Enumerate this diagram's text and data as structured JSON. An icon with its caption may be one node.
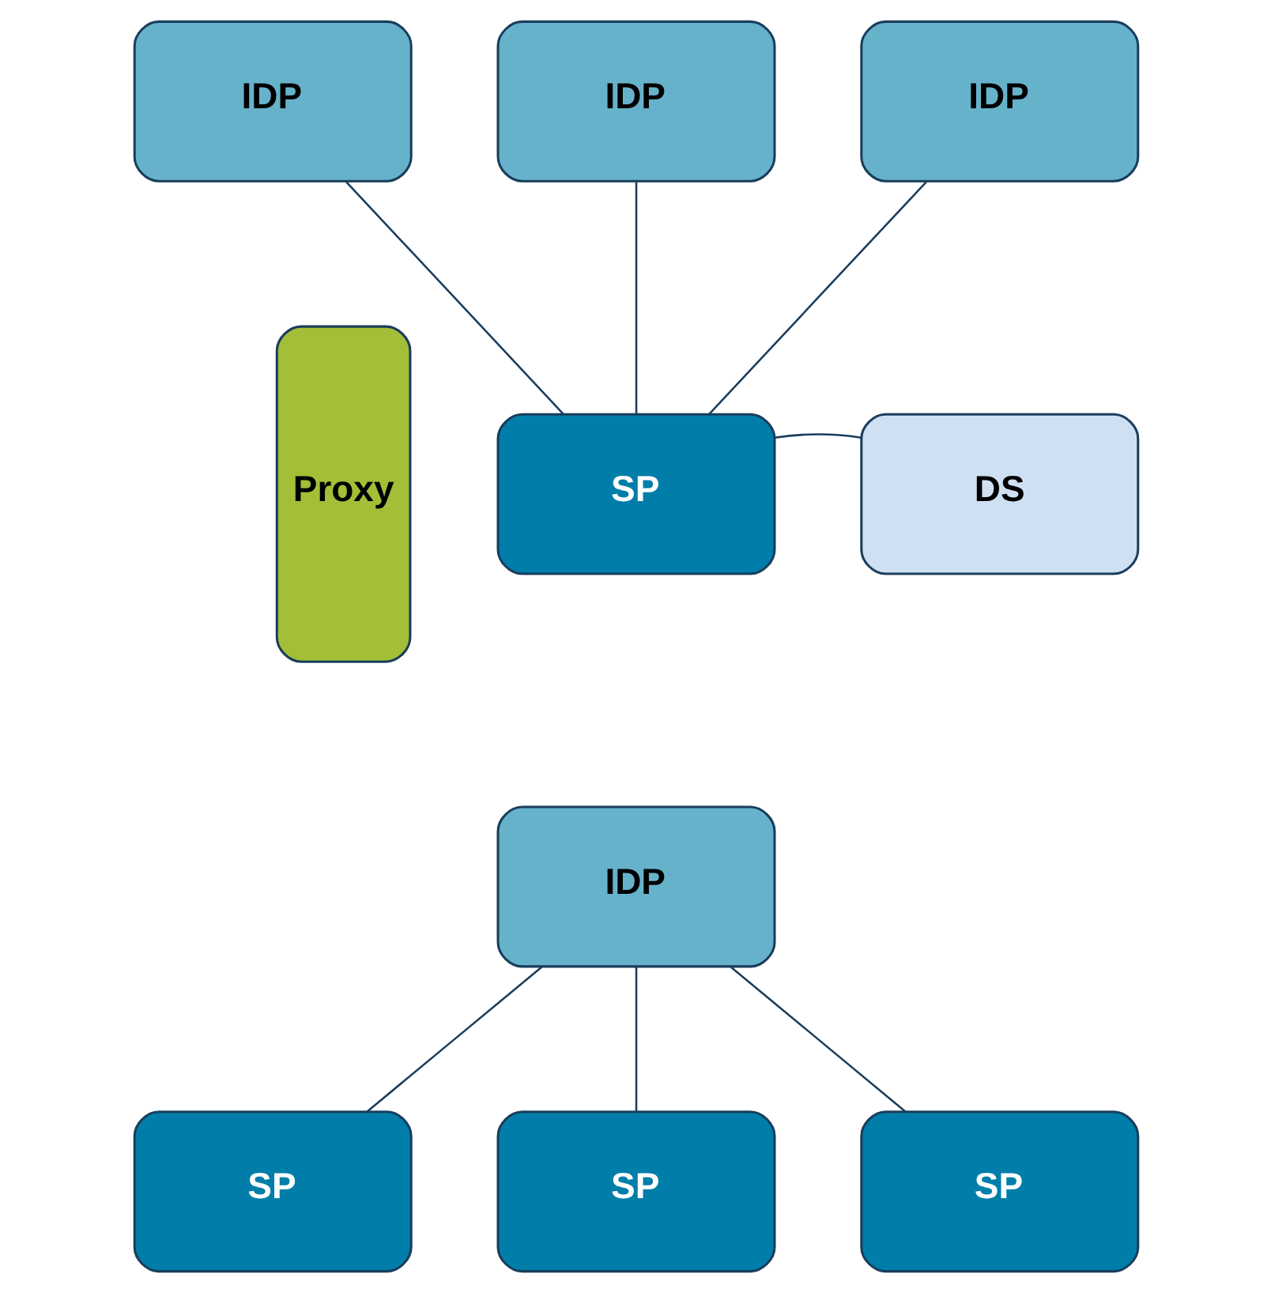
{
  "diagram": {
    "nodes": [
      {
        "text": [
          "IDP"
        ]
      },
      {
        "text": [
          "IDP"
        ]
      },
      {
        "text": [
          "IDP"
        ]
      },
      {
        "text": [
          "Proxy"
        ]
      },
      {
        "text": [
          "SP"
        ]
      },
      {
        "text": [
          "IDP"
        ]
      },
      {
        "text": [
          "DS"
        ]
      },
      {
        "text": [
          "SP"
        ]
      },
      {
        "text": [
          "SP"
        ]
      },
      {
        "text": [
          "SP"
        ]
      }
    ],
    "edges": [
      {
        "from": 0,
        "to": 4,
        "arrow": "none"
      },
      {
        "from": 1,
        "to": 4,
        "arrow": "none"
      },
      {
        "from": 2,
        "to": 4,
        "arrow": "none"
      },
      {
        "from": 4,
        "to": 6,
        "arrow": "none"
      },
      {
        "from": 5,
        "to": 7,
        "arrow": "none"
      },
      {
        "from": 5,
        "to": 8,
        "arrow": "none"
      },
      {
        "from": 5,
        "to": 9,
        "arrow": "none"
      }
    ]
  }
}
